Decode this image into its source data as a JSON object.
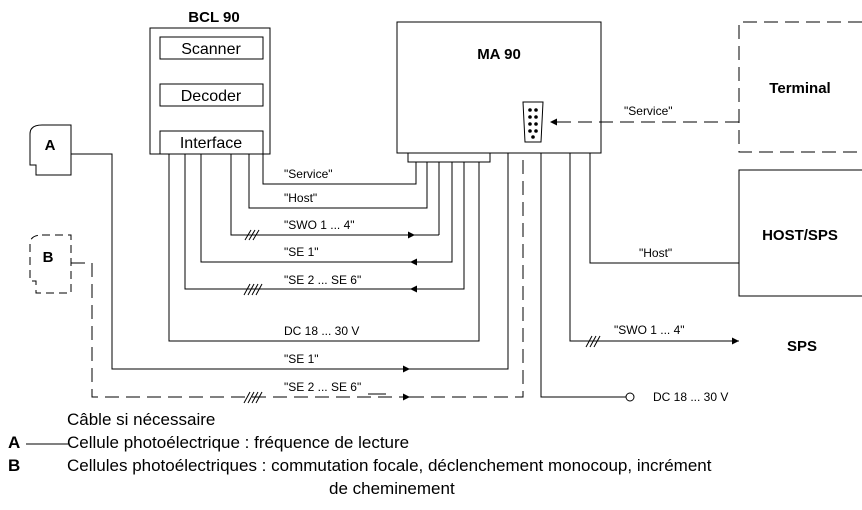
{
  "blocks": {
    "bcl90": {
      "title": "BCL 90",
      "scanner": "Scanner",
      "decoder": "Decoder",
      "interface": "Interface"
    },
    "ma90": {
      "title": "MA 90"
    },
    "terminal": {
      "title": "Terminal"
    },
    "host_sps": {
      "title": "HOST/SPS"
    },
    "sps": {
      "title": "SPS"
    },
    "sensor_a": {
      "title": "A"
    },
    "sensor_b": {
      "title": "B"
    }
  },
  "signals": {
    "service_bcl": "\"Service\"",
    "host_bcl": "\"Host\"",
    "swo_bcl": "\"SWO 1 ... 4\"",
    "se1_bcl": "\"SE 1\"",
    "se26_bcl": "\"SE 2 ... SE 6\"",
    "dc_bcl": "DC 18 ... 30 V",
    "se1_a": "\"SE 1\"",
    "se26_b": "\"SE 2 ... SE 6\"",
    "service_terminal": "\"Service\"",
    "host_sps": "\"Host\"",
    "swo_sps": "\"SWO 1 ... 4\"",
    "dc_ma": "DC 18 ... 30 V"
  },
  "legend": {
    "cable_note": "Câble si nécessaire",
    "a_key": "A",
    "a_text": "Cellule photoélectrique : fréquence de lecture",
    "b_key": "B",
    "b_text_line1": "Cellules photoélectriques :  commutation focale, déclenchement monocoup, incrément",
    "b_text_line2": "de cheminement"
  }
}
